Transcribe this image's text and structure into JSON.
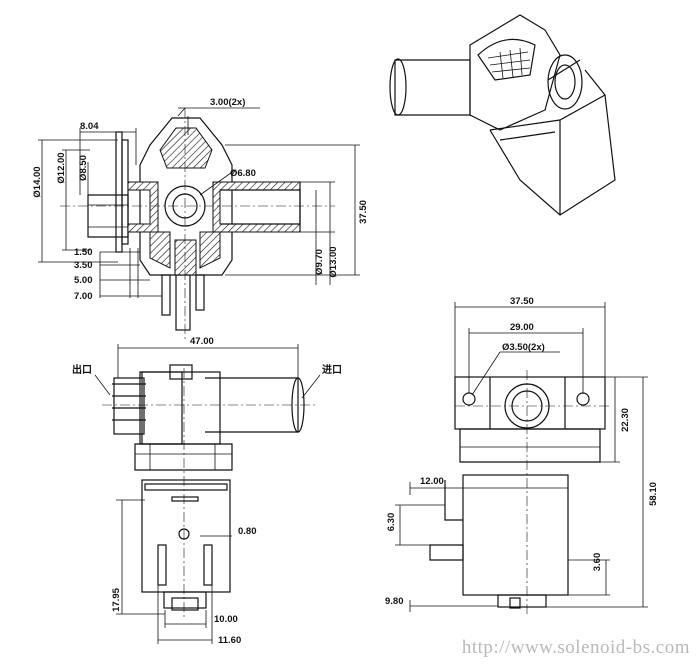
{
  "dimensions": {
    "d14": "Ø14.00",
    "d12": "Ø12.00",
    "d850": "Ø8.50",
    "w804": "8.04",
    "w300": "3.00(2x)",
    "d680": "Ø6.80",
    "h3750": "37.50",
    "d970": "Ø9.70",
    "d1300": "Ø13.00",
    "w150": "1.50",
    "w350": "3.50",
    "w500": "5.00",
    "w700": "7.00",
    "w4700": "47.00",
    "w080": "0.80",
    "h1795": "17.95",
    "w1000": "10.00",
    "w1160": "11.60",
    "t3750": "37.50",
    "t2900": "29.00",
    "d350": "Ø3.50(2x)",
    "h2230": "22.30",
    "h5810": "58.10",
    "w1200": "12.00",
    "h630": "6.30",
    "h360": "3.60",
    "w980": "9.80"
  },
  "labels": {
    "outlet": "出口",
    "inlet": "进口"
  },
  "watermark": "http://www.solenoid-bs.com"
}
